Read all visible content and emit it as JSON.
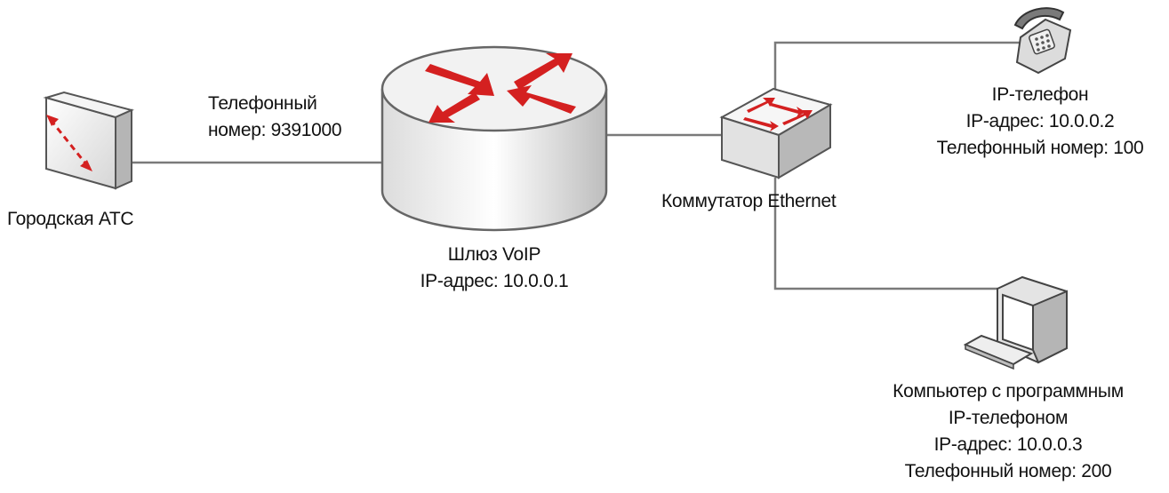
{
  "nodes": {
    "pbx": {
      "icon": "pbx-icon",
      "label": "Городская АТС"
    },
    "gateway": {
      "icon": "router-icon",
      "name": "Шлюз VoIP",
      "ip": "IP-адрес: 10.0.0.1"
    },
    "switch": {
      "icon": "switch-icon",
      "label": "Коммутатор Ethernet"
    },
    "ip_phone": {
      "icon": "telephone-icon",
      "name": "IP-телефон",
      "ip": "IP-адрес: 10.0.0.2",
      "number": "Телефонный номер: 100"
    },
    "softphone_pc": {
      "icon": "computer-icon",
      "name_line1": "Компьютер с программным",
      "name_line2": "IP-телефоном",
      "ip": "IP-адрес: 10.0.0.3",
      "number": "Телефонный номер: 200"
    }
  },
  "links": {
    "pbx_gateway": {
      "label_line1": "Телефонный",
      "label_line2": "номер: 9391000"
    }
  },
  "colors": {
    "accent_red": "#d42020",
    "line": "#7a7a7a",
    "icon_face": "#eeeeee",
    "icon_side": "#b8b8b8"
  }
}
